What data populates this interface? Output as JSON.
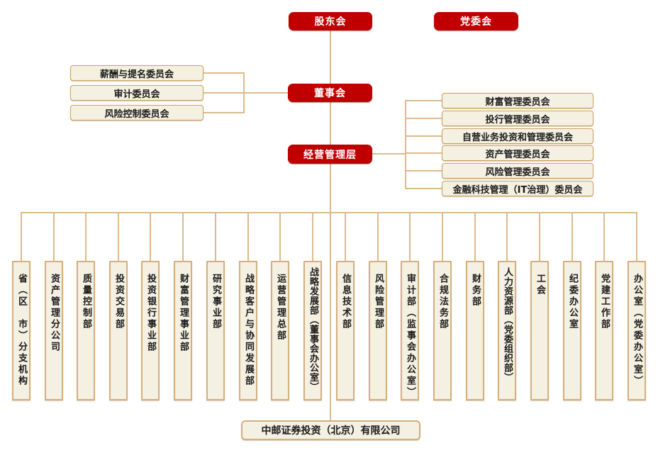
{
  "colors": {
    "red": "#C00000",
    "red_text": "#FFFFFF",
    "box_fill": "#F4F0E2",
    "box_border": "#C8A262",
    "dept_border": "#D3B07E",
    "line": "#DDBA8E",
    "text": "#1A1A1A",
    "bg": "#FFFFFF"
  },
  "nodes": {
    "shareholders": "股东会",
    "party_committee": "党委会",
    "board": "董事会",
    "management": "经营管理层",
    "subsidiary": "中邮证券投资（北京）有限公司"
  },
  "board_committees": [
    "薪酬与提名委员会",
    "审计委员会",
    "风险控制委员会"
  ],
  "management_committees": [
    "财富管理委员会",
    "投行管理委员会",
    "自营业务投资和管理委员会",
    "资产管理委员会",
    "风险管理委员会",
    "金融科技管理（IT治理）委员会"
  ],
  "departments": [
    "省（区　市）分支机构",
    "资产管理分公司",
    "质量控制部",
    "投资交易部",
    "投资银行事业部",
    "财富管理事业部",
    "研究事业部",
    "战略客户与协同发展部",
    "运营管理总部",
    "战略发展部（董事会办公室）",
    "信息技术部",
    "风险管理部",
    "审计部（监事会办公室）",
    "合规法务部",
    "财务部",
    "人力资源部（党委组织部）",
    "工会",
    "纪委办公室",
    "党建工作部",
    "办公室（党委办公室）"
  ]
}
